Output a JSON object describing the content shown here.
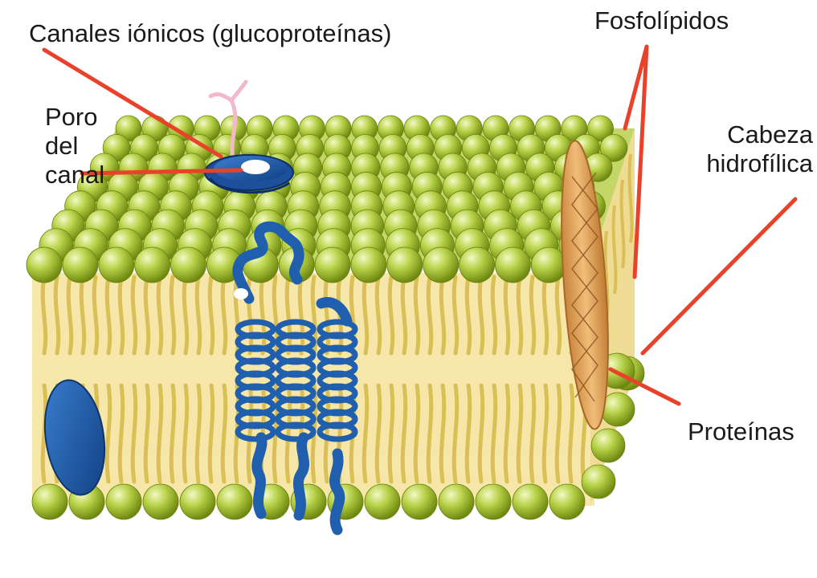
{
  "labels": {
    "canales": "Canales iónicos (glucoproteínas)",
    "poro_line1": "Poro",
    "poro_line2": "del canal",
    "fosfolipidos": "Fosfolípidos",
    "cabeza_line1": "Cabeza",
    "cabeza_line2": "hidrofílica",
    "proteinas": "Proteínas"
  },
  "colors": {
    "leader": "#e8432a",
    "head_light": "#d6ea7a",
    "head_dark": "#7e9a14",
    "tail": "#f1dc8a",
    "tail_stroke": "#d9bf55",
    "protein_blue": "#1f5fae",
    "protein_orange": "#e3a45a"
  }
}
